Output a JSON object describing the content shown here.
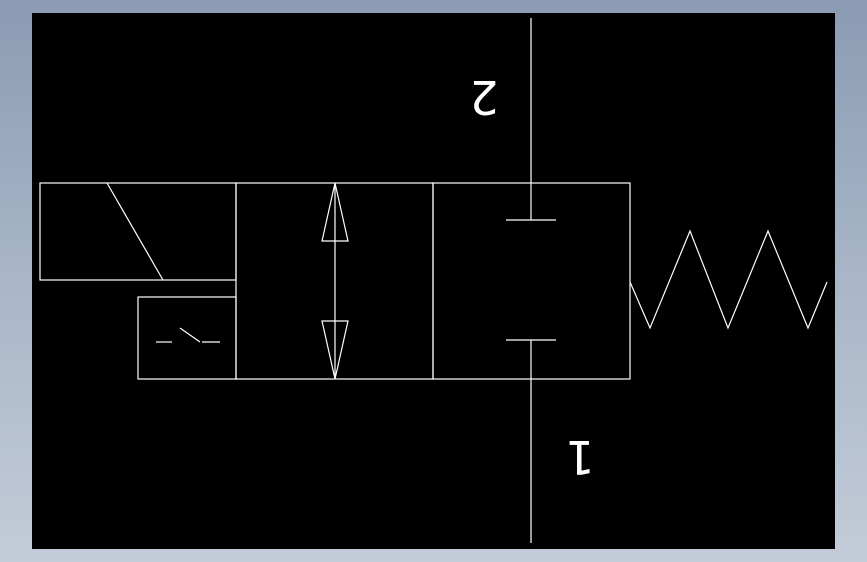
{
  "diagram": {
    "background_color": "#000000",
    "line_color": "#ffffff",
    "ports": [
      {
        "id": "port-2",
        "label": "2"
      },
      {
        "id": "port-1",
        "label": "1"
      }
    ]
  }
}
